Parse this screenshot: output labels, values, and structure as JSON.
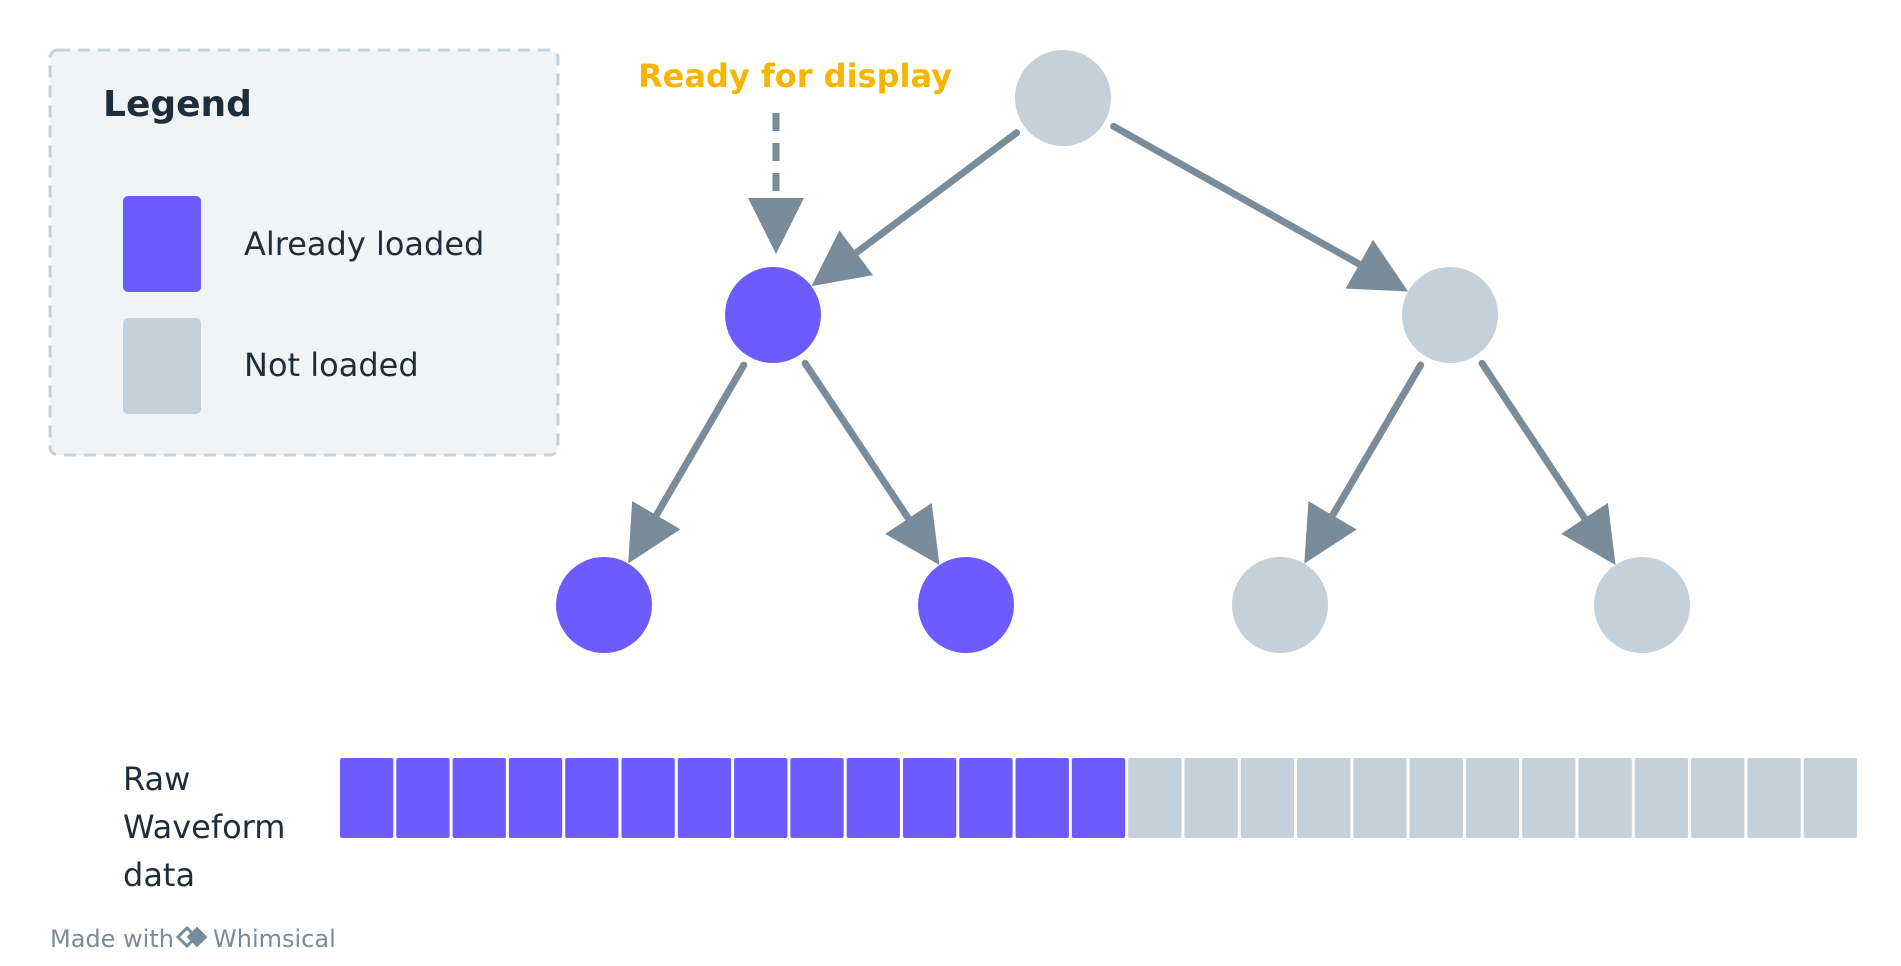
{
  "legend": {
    "title": "Legend",
    "items": [
      {
        "label": "Already loaded",
        "state": "loaded"
      },
      {
        "label": "Not loaded",
        "state": "not-loaded"
      }
    ]
  },
  "annotation": {
    "text": "Ready for display"
  },
  "tree": {
    "nodes": [
      {
        "id": "root",
        "state": "not-loaded"
      },
      {
        "id": "mid-left",
        "state": "loaded"
      },
      {
        "id": "mid-right",
        "state": "not-loaded"
      },
      {
        "id": "leaf-1",
        "state": "loaded"
      },
      {
        "id": "leaf-2",
        "state": "loaded"
      },
      {
        "id": "leaf-3",
        "state": "not-loaded"
      },
      {
        "id": "leaf-4",
        "state": "not-loaded"
      }
    ],
    "edges": [
      {
        "from": "root",
        "to": "mid-left"
      },
      {
        "from": "root",
        "to": "mid-right"
      },
      {
        "from": "mid-left",
        "to": "leaf-1"
      },
      {
        "from": "mid-left",
        "to": "leaf-2"
      },
      {
        "from": "mid-right",
        "to": "leaf-3"
      },
      {
        "from": "mid-right",
        "to": "leaf-4"
      }
    ]
  },
  "waveform": {
    "label_lines": [
      "Raw",
      "Waveform",
      "data"
    ],
    "segments_total": 27,
    "segments_loaded": 14
  },
  "footer": {
    "prefix": "Made with",
    "brand": "Whimsical"
  },
  "colors": {
    "loaded": "#6C5CFF",
    "not_loaded": "#C4D0DA",
    "edge": "#7A8C99",
    "annotation": "#F7B500",
    "text_dark": "#1F2D3A",
    "legend_bg": "#F0F4F7",
    "legend_border": "#C4D0DA",
    "footer_text": "#7A8C99"
  },
  "icons": {
    "brand_logo": "whimsical-diamond-icon"
  }
}
